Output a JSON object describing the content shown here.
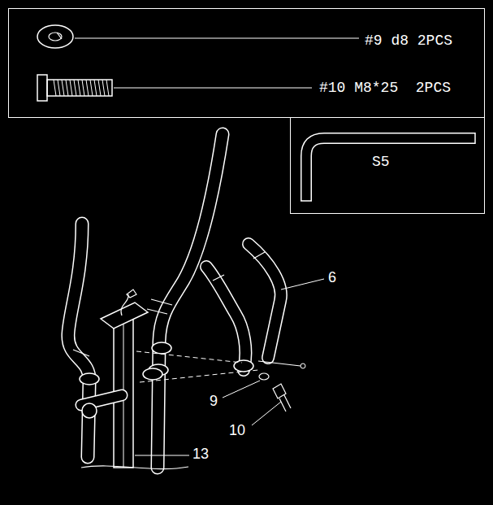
{
  "diagram": {
    "nodes": [
      {
        "text": [
          "#9 d8 2PCS",
          "#10 M8*25  2PCS"
        ]
      },
      {
        "text": [
          "S5"
        ]
      }
    ],
    "labels": [
      "6",
      "9",
      "10",
      "13"
    ]
  }
}
